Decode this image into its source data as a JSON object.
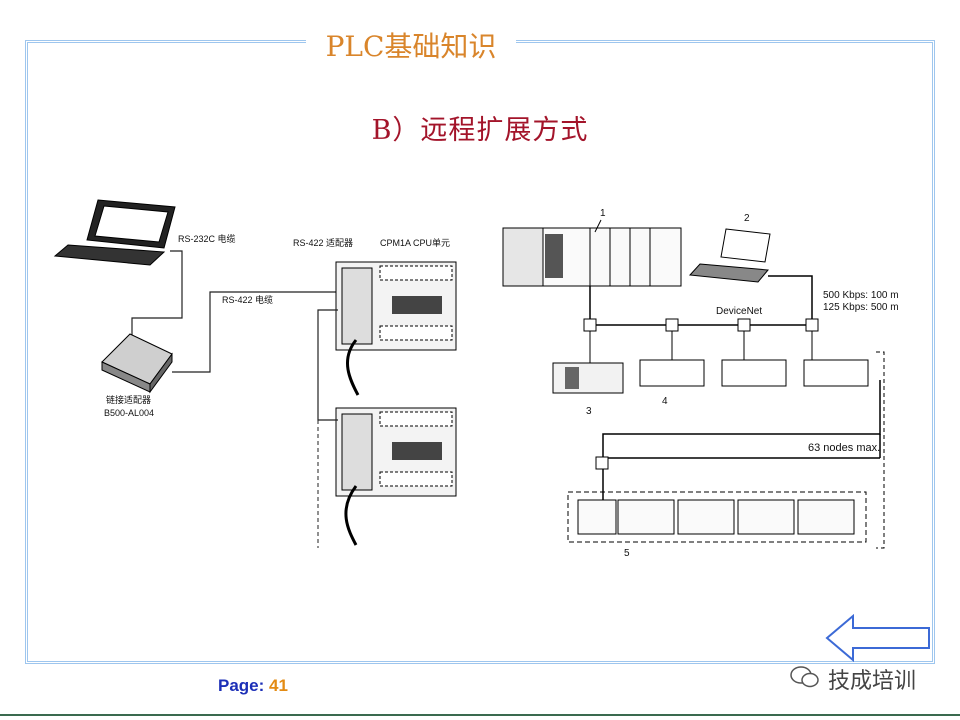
{
  "header": {
    "title": "PLC基础知识"
  },
  "slide": {
    "subtitle": "B）远程扩展方式"
  },
  "left_diagram": {
    "cable1": "RS-232C 电缆",
    "cable2": "RS-422 电缆",
    "adapter_name": "链接适配器",
    "adapter_model": "B500-AL004",
    "rs422_adapter": "RS-422 适配器",
    "cpu_unit": "CPM1A CPU单元"
  },
  "right_diagram": {
    "node1": "1",
    "node2": "2",
    "node3": "3",
    "node4": "4",
    "node5": "5",
    "network": "DeviceNet",
    "speed1": "500 Kbps: 100 m",
    "speed2": "125 Kbps: 500 m",
    "nodes_max": "63 nodes max."
  },
  "footer": {
    "page_label": "Page:",
    "page_number": "41"
  },
  "watermark": {
    "text": "技成培训",
    "icon": "wechat-icon"
  },
  "nav": {
    "back_icon": "left-arrow-icon"
  },
  "colors": {
    "frame": "#9ec6ee",
    "title": "#d9852b",
    "subtitle": "#a3142a",
    "page": "#1c2fb7"
  }
}
